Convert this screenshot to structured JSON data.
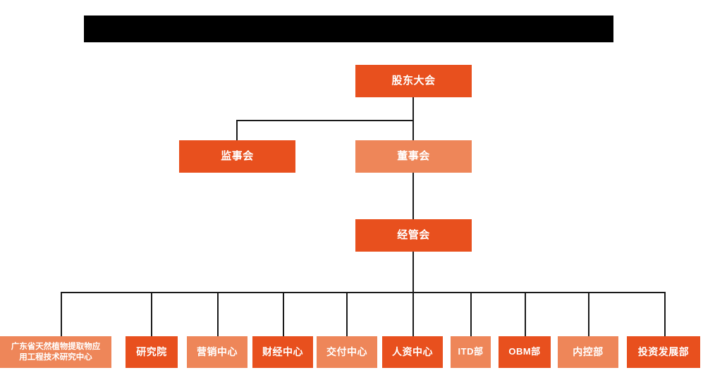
{
  "document": {
    "type": "organization-chart",
    "background_color": "#FFFFFF",
    "palette": {
      "primary": "#E8501E",
      "secondary": "#EE8659",
      "connector": "#1A1A1A",
      "node_text": "#FFFFFF",
      "redaction": "#000000"
    }
  },
  "header": {
    "redacted_banner_label": ""
  },
  "nodes": {
    "shareholders_meeting": {
      "label": "股东大会",
      "tone": "primary"
    },
    "board_of_supervisors": {
      "label": "监事会",
      "tone": "primary"
    },
    "board_of_directors": {
      "label": "董事会",
      "tone": "secondary"
    },
    "management_committee": {
      "label": "经管会",
      "tone": "primary"
    }
  },
  "departments": [
    {
      "id": "engineering-research-center",
      "label": "广东省天然植物提取物应\n用工程技术研究中心",
      "tone": "secondary"
    },
    {
      "id": "research-institute",
      "label": "研究院",
      "tone": "primary"
    },
    {
      "id": "marketing-center",
      "label": "营销中心",
      "tone": "secondary"
    },
    {
      "id": "finance-center",
      "label": "财经中心",
      "tone": "primary"
    },
    {
      "id": "delivery-center",
      "label": "交付中心",
      "tone": "secondary"
    },
    {
      "id": "human-resources-center",
      "label": "人资中心",
      "tone": "primary"
    },
    {
      "id": "itd-department",
      "label": "ITD部",
      "tone": "secondary"
    },
    {
      "id": "obm-department",
      "label": "OBM部",
      "tone": "primary"
    },
    {
      "id": "internal-control-department",
      "label": "内控部",
      "tone": "secondary"
    },
    {
      "id": "investment-development-department",
      "label": "投资发展部",
      "tone": "primary"
    }
  ]
}
